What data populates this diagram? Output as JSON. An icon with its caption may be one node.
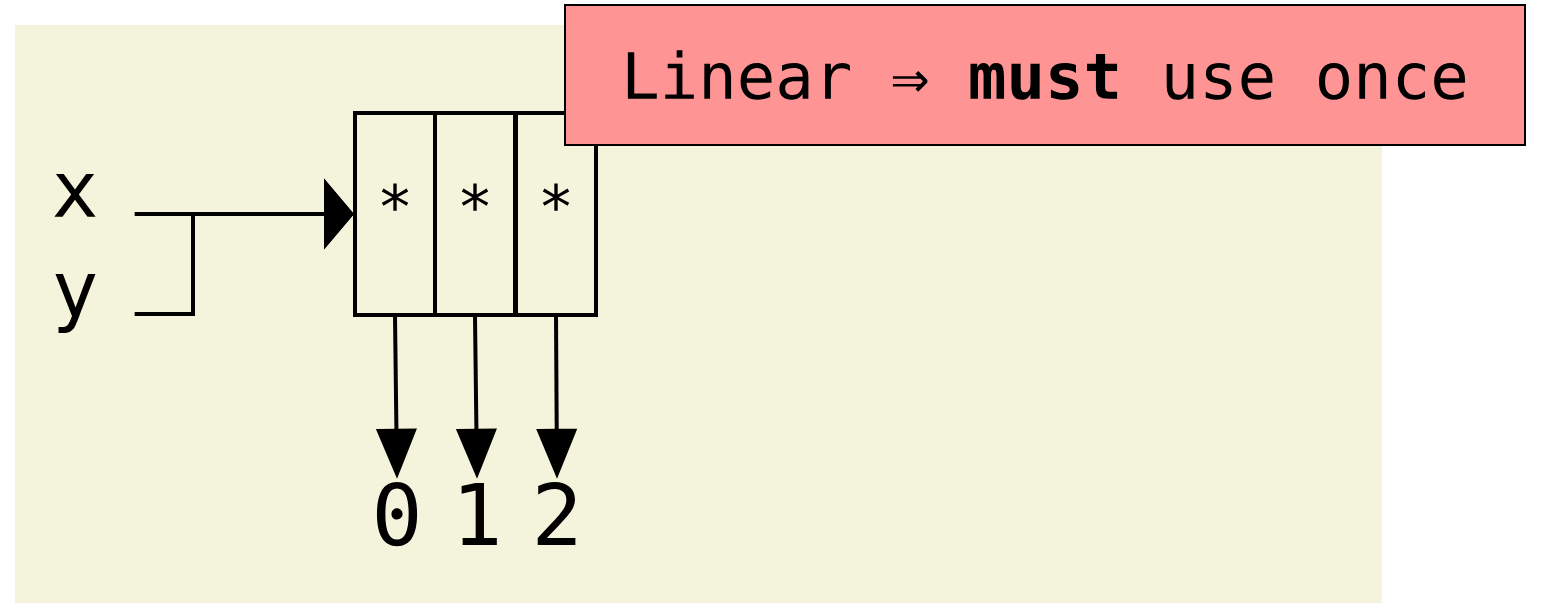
{
  "diagram": {
    "nodes": [
      {
        "text": [
          "x"
        ]
      },
      {
        "text": [
          "y"
        ]
      },
      {
        "text": [
          "*"
        ]
      },
      {
        "text": [
          "*"
        ]
      },
      {
        "text": [
          "*"
        ]
      },
      {
        "text": [
          "0"
        ]
      },
      {
        "text": [
          "1"
        ]
      },
      {
        "text": [
          "2"
        ]
      },
      {
        "text": [
          "Linear ⇒ **must** use once"
        ]
      }
    ],
    "edges": [
      {
        "from": 0,
        "to": 2,
        "arrow": "to"
      },
      {
        "from": 1,
        "to": 2,
        "arrow": "to"
      },
      {
        "from": 2,
        "to": 5,
        "arrow": "to"
      },
      {
        "from": 3,
        "to": 6,
        "arrow": "to"
      },
      {
        "from": 4,
        "to": 7,
        "arrow": "to"
      }
    ]
  }
}
